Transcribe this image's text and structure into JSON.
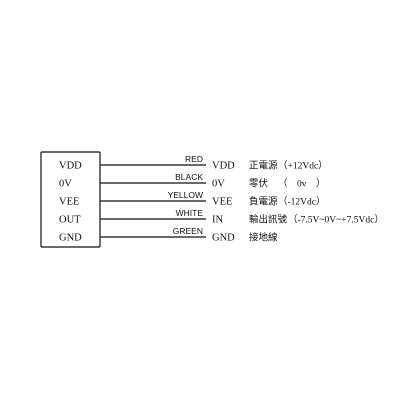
{
  "connections": [
    {
      "pin": "VDD",
      "wire_color": "RED",
      "dest": "VDD",
      "desc": "正電源",
      "range": "（+12Vdc）"
    },
    {
      "pin": "0V",
      "wire_color": "BLACK",
      "dest": "0V",
      "desc": "零伏",
      "range": "（　0v　）"
    },
    {
      "pin": "VEE",
      "wire_color": "YELLOW",
      "dest": "VEE",
      "desc": "負電源",
      "range": "（-12Vdc）"
    },
    {
      "pin": "OUT",
      "wire_color": "WHITE",
      "dest": "IN",
      "desc": "輸出訊號",
      "range": "（-7.5V~0V~+7.5Vdc）"
    },
    {
      "pin": "GND",
      "wire_color": "GREEN",
      "dest": "GND",
      "desc": "接地線",
      "range": ""
    }
  ],
  "colors": {
    "stroke": "#111111",
    "background": "#ffffff"
  }
}
